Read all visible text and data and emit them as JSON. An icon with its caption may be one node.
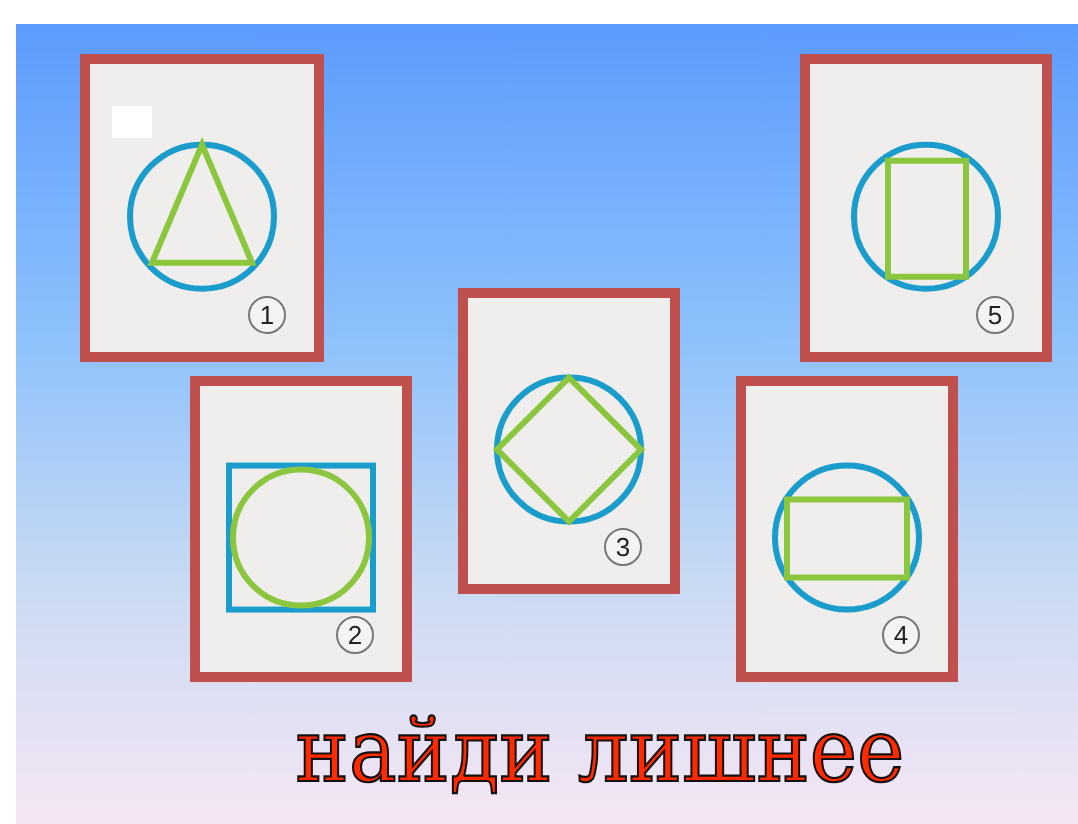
{
  "diagram": {
    "title": "найди лишнее",
    "nodes": [
      {
        "text": [
          "1"
        ]
      },
      {
        "text": [
          "5"
        ]
      },
      {
        "text": [
          "3"
        ]
      },
      {
        "text": [
          "2"
        ]
      },
      {
        "text": [
          "4"
        ]
      }
    ]
  }
}
